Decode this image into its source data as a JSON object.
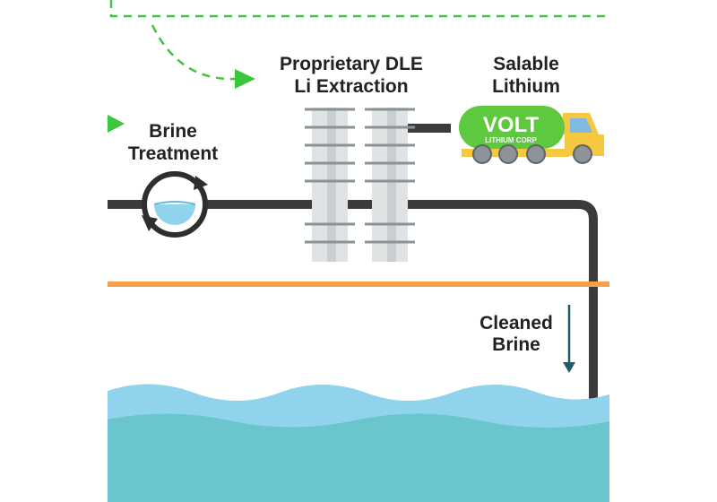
{
  "labels": {
    "brine_treatment": [
      "Brine",
      "Treatment"
    ],
    "dle": [
      "Proprietary DLE",
      "Li Extraction"
    ],
    "salable": [
      "Salable",
      "Lithium"
    ],
    "cleaned": [
      "Cleaned",
      "Brine"
    ]
  },
  "logo": {
    "brand": "VOLT",
    "sub": "LITHIUM CORP"
  },
  "colors": {
    "pipe": "#3b3b3b",
    "dashed_arrow": "#3cc63c",
    "ground_line": "#f5a04b",
    "water_light": "#8fd4ec",
    "water_dark": "#6ac6cc",
    "tank_green": "#5ec93e",
    "truck_yellow": "#f5c842",
    "column": "#dfe3e4"
  },
  "icons": [
    "recycle-arrows-icon",
    "water-drop-icon",
    "down-arrow-icon",
    "truck-icon"
  ]
}
